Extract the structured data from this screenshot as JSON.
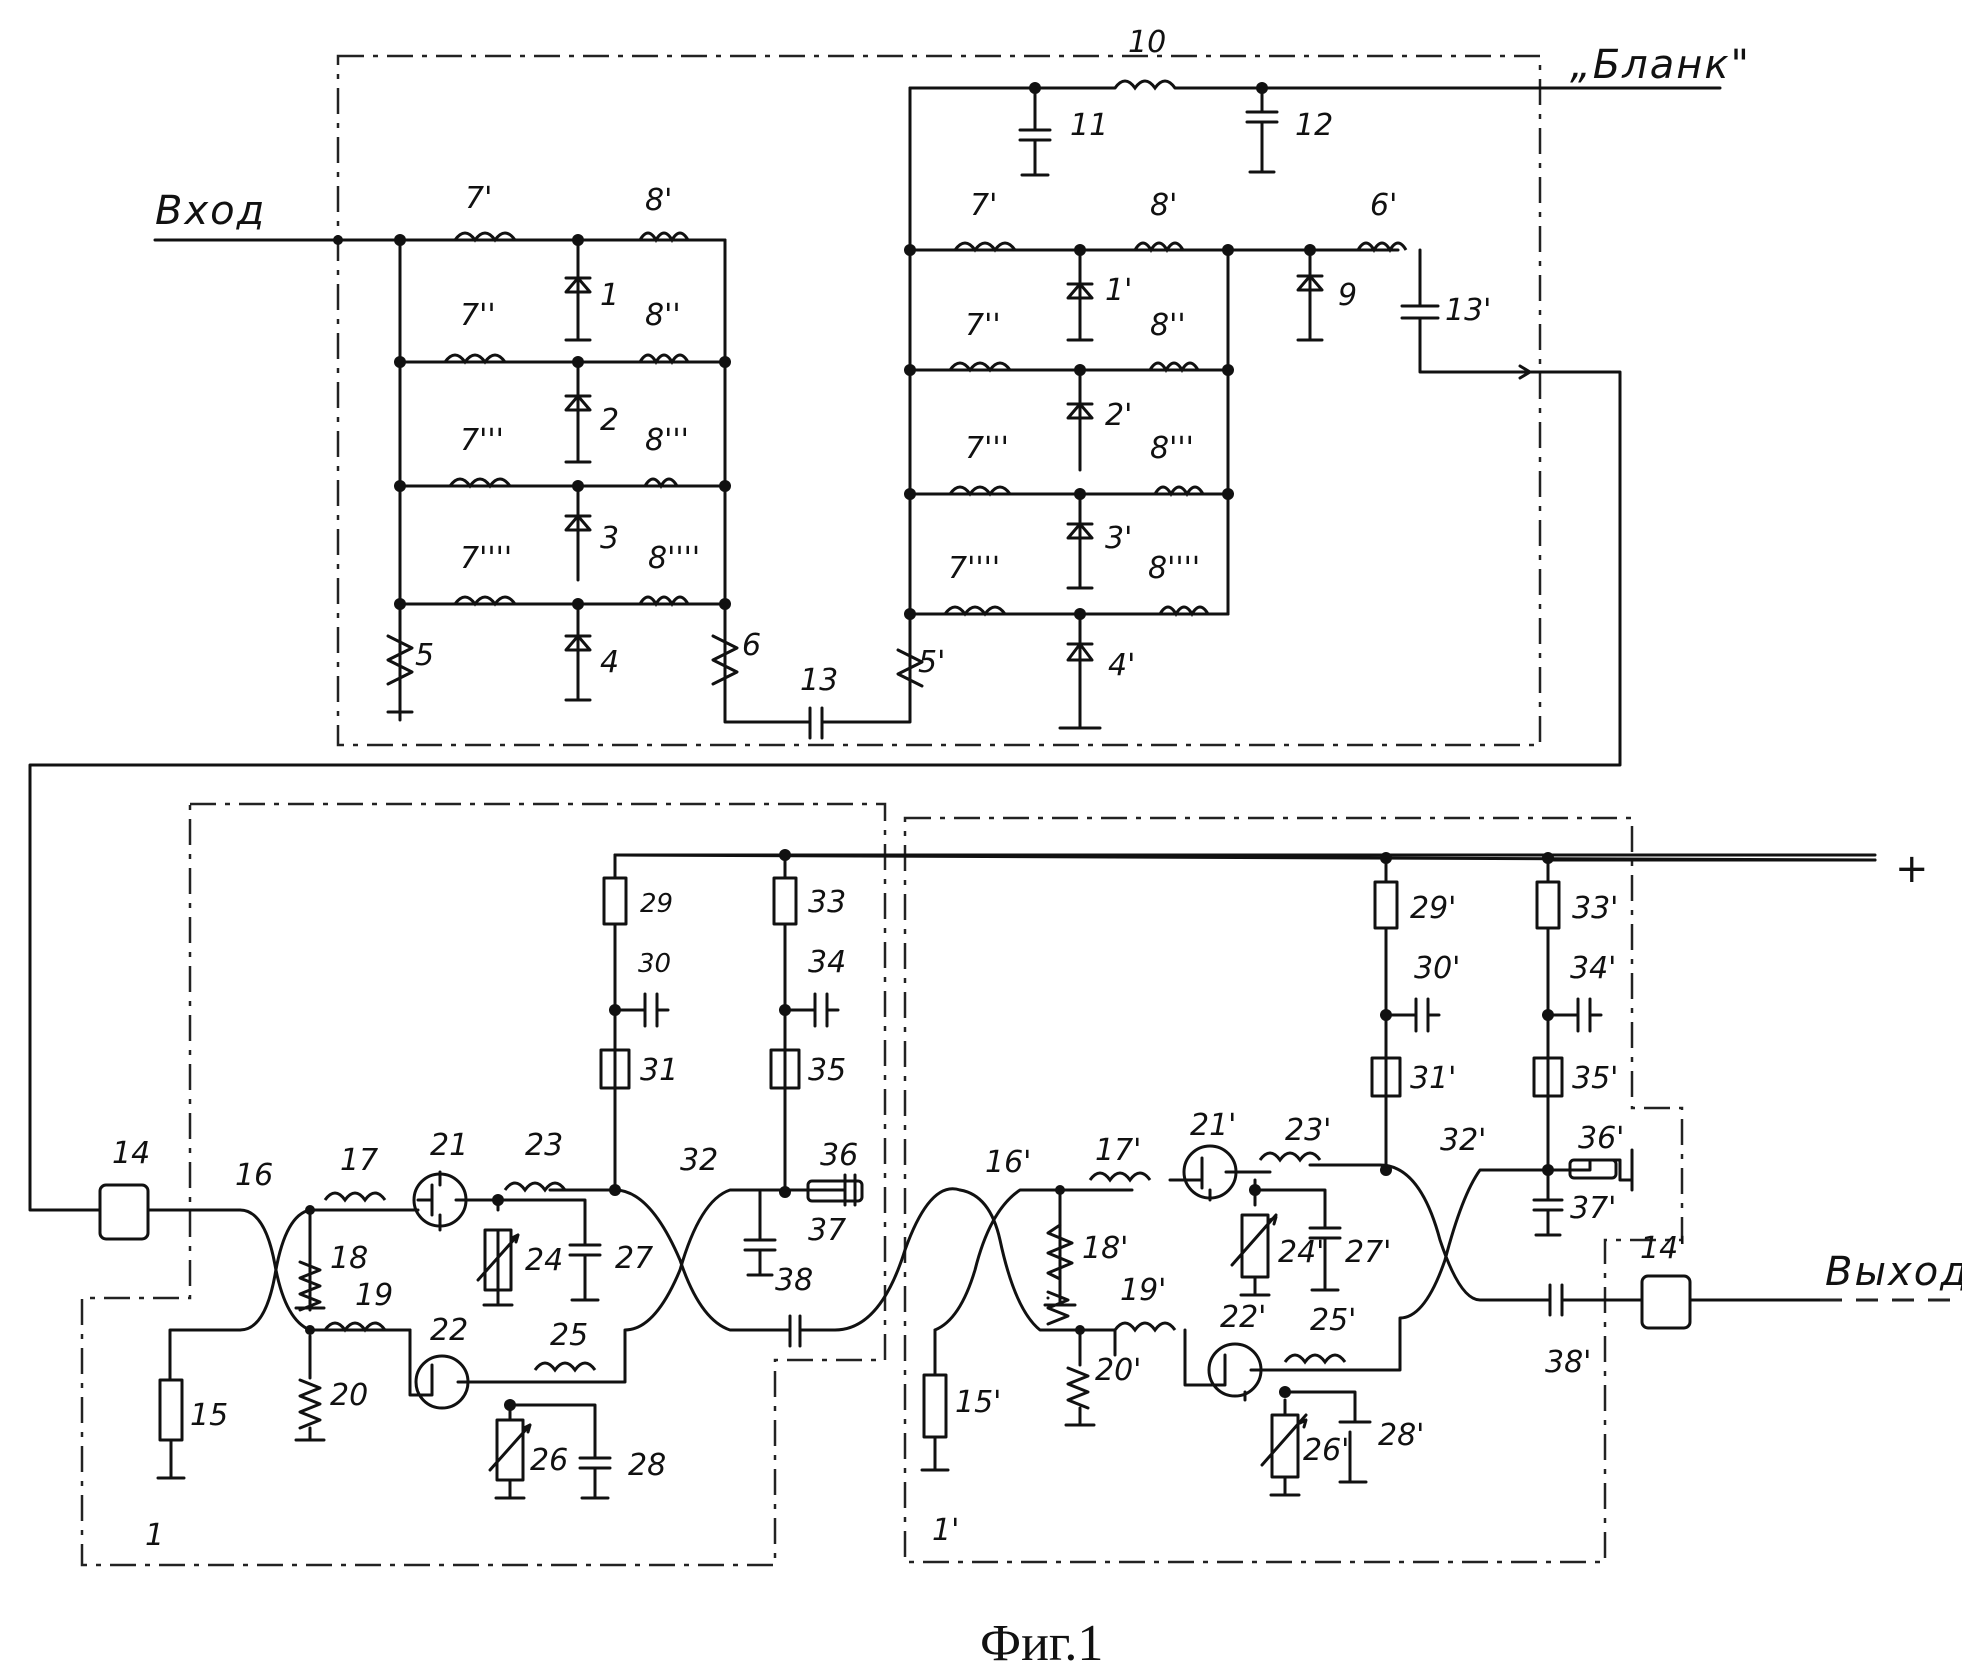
{
  "caption": "Фиг.1",
  "terminals": {
    "input": "Вход",
    "output": "Выход",
    "blank": "„Бланк\"",
    "plus": "+"
  },
  "labels": {
    "c10": "10",
    "c11": "11",
    "c12": "12",
    "l7a": "7'",
    "l8a": "8'",
    "l7b": "7''",
    "l8b": "8''",
    "l7c": "7'''",
    "l8c": "8'''",
    "l7d": "7''''",
    "l8d": "8''''",
    "d1": "1",
    "d2": "2",
    "d3": "3",
    "d4": "4",
    "l5": "5",
    "l6": "6",
    "c13": "13",
    "r7a": "7'",
    "r8a": "8'",
    "r7b": "7''",
    "r8b": "8''",
    "r7c": "7'''",
    "r8c": "8'''",
    "r7d": "7''''",
    "r8d": "8''''",
    "d1p": "1'",
    "d2p": "2'",
    "d3p": "3'",
    "d4p": "4'",
    "l5p": "5'",
    "l6p": "6'",
    "d9": "9",
    "c13p": "13'",
    "n14": "14",
    "n15": "15",
    "n16": "16",
    "n17": "17",
    "n18": "18",
    "n19": "19",
    "n20": "20",
    "n21": "21",
    "n22": "22",
    "n23": "23",
    "n24": "24",
    "n25": "25",
    "n26": "26",
    "n27": "27",
    "n28": "28",
    "n29": "29",
    "n30": "30",
    "n31": "31",
    "n32": "32",
    "n33": "33",
    "n34": "34",
    "n35": "35",
    "n36": "36",
    "n37": "37",
    "n38": "38",
    "n14p": "14'",
    "n15p": "15'",
    "n16p": "16'",
    "n17p": "17'",
    "n18p": "18'",
    "n19p": "19'",
    "n20p": "20'",
    "n21p": "21'",
    "n22p": "22'",
    "n23p": "23'",
    "n24p": "24'",
    "n25p": "25'",
    "n26p": "26'",
    "n27p": "27'",
    "n28p": "28'",
    "n29p": "29'",
    "n30p": "30'",
    "n31p": "31'",
    "n32p": "32'",
    "n33p": "33'",
    "n34p": "34'",
    "n35p": "35'",
    "n36p": "36'",
    "n37p": "37'",
    "n38p": "38'",
    "stage1": "1",
    "stage1p": "1'"
  }
}
